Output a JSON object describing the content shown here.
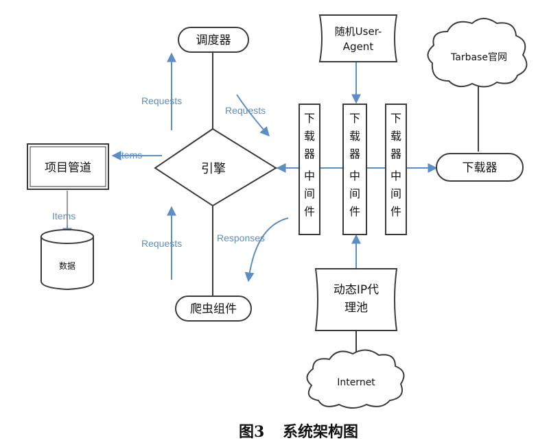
{
  "nodes": {
    "scheduler": "调度器",
    "engine": "引擎",
    "pipeline": "项目管道",
    "data": "数据",
    "spider": "爬虫组件",
    "useragent_l1": "随机User-",
    "useragent_l2": "Agent",
    "iproxy_l1": "动态IP代",
    "iproxy_l2": "理池",
    "internet": "Internet",
    "tarbase": "Tarbase官网",
    "downloader": "下载器",
    "middleware": [
      "下",
      "载",
      "器",
      "中",
      "间",
      "件"
    ]
  },
  "edge_labels": {
    "requests_up": "Requests",
    "requests_right": "Requests",
    "items_left": "Items",
    "items_down": "Items",
    "requests_low": "Requests",
    "responses": "Responses"
  },
  "caption": {
    "figure": "图3",
    "title": "系统架构图"
  },
  "colors": {
    "line": "#3a3a3a",
    "accent": "#5b8ec4"
  }
}
